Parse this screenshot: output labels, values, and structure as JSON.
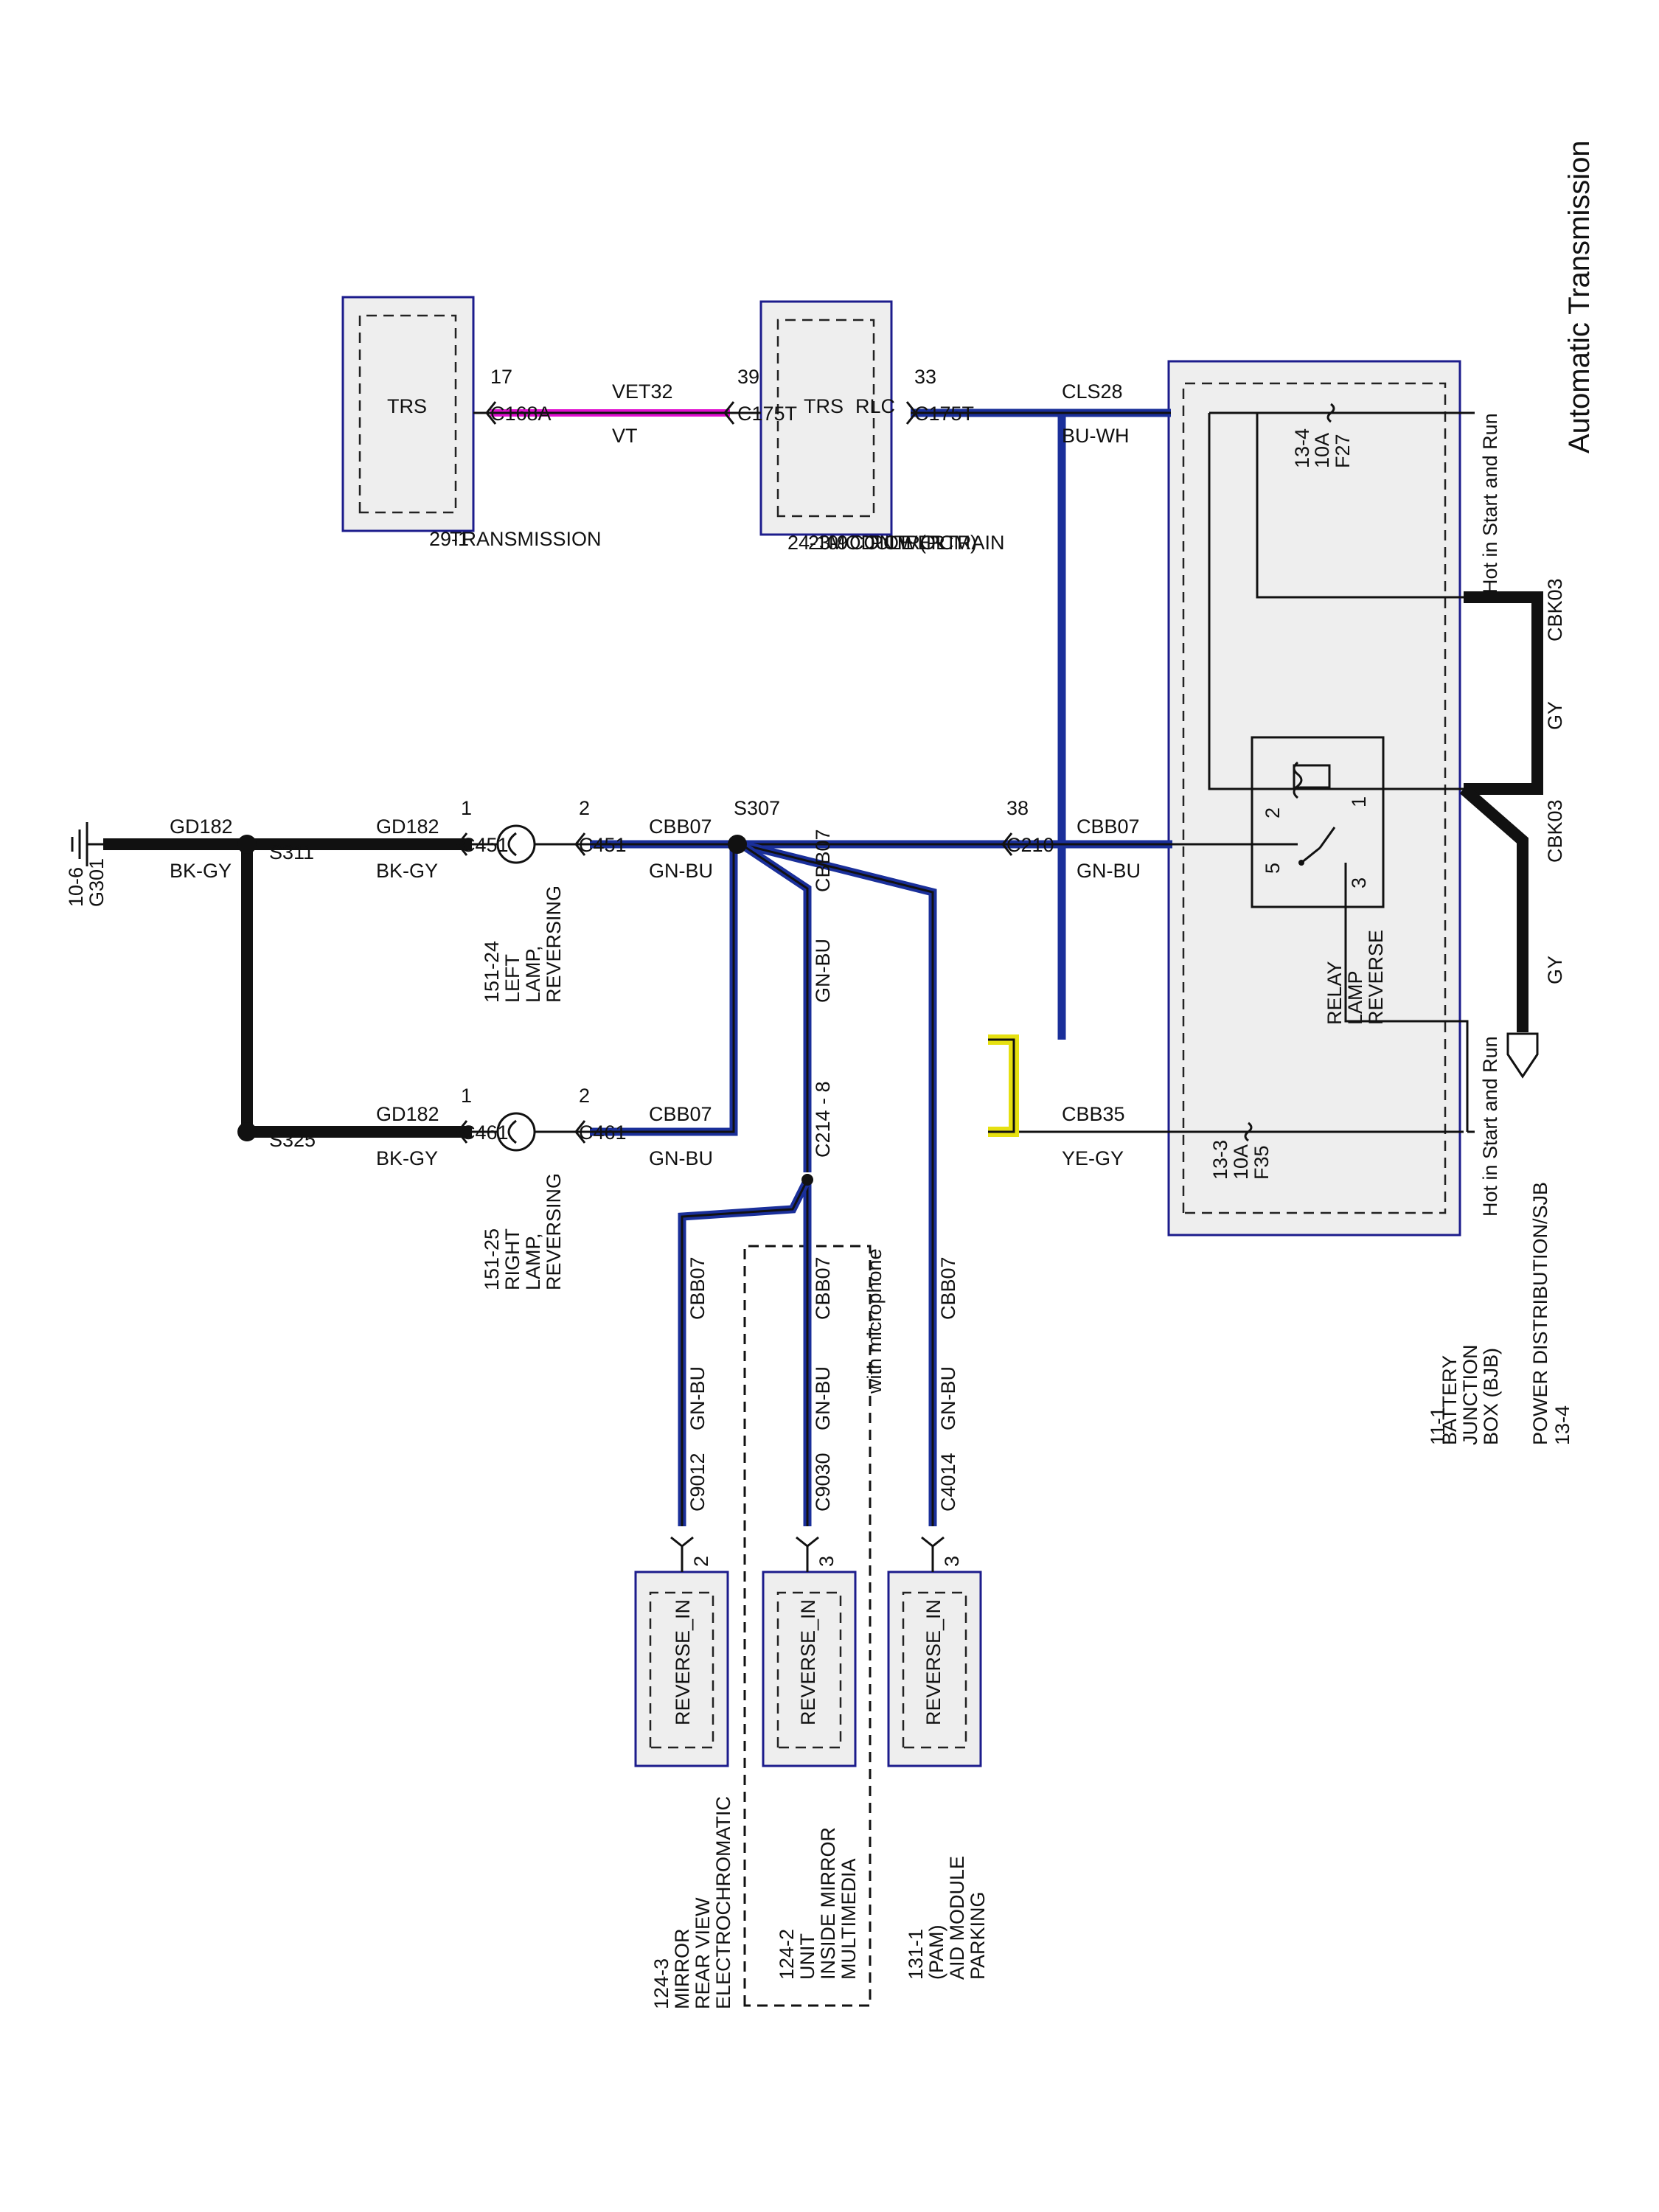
{
  "title": "Automatic Transmission",
  "components": {
    "power_distribution": {
      "name": "POWER DISTRIBUTION/SJB",
      "ref": "13-4"
    },
    "bjb": {
      "lines": [
        "BATTERY",
        "JUNCTION",
        "BOX (BJB)",
        "11-1"
      ],
      "hot_top": "Hot in Start and Run",
      "hot_bottom": "Hot in Start and Run"
    },
    "fuse_f27": {
      "name": "F27",
      "rating": "10A",
      "ref": "13-4"
    },
    "fuse_f35": {
      "name": "F35",
      "rating": "10A",
      "ref": "13-3"
    },
    "relay": {
      "lines": [
        "REVERSE",
        "LAMP",
        "RELAY"
      ],
      "pin1": "1",
      "pin2": "2",
      "pin3": "3",
      "pin5": "5"
    },
    "pcm": {
      "lines": [
        "POWERTRAIN",
        "CONTROL",
        "MODULE (PCM)",
        "23-9",
        "24-10"
      ],
      "pin_rlc": "RLC",
      "pin_trs": "TRS"
    },
    "transmission": {
      "lines": [
        "TRANSMISSION",
        "29-1"
      ],
      "pin_trs": "TRS"
    },
    "lamp_left": {
      "lines": [
        "REVERSING",
        "LAMP,",
        "LEFT",
        "151-24"
      ]
    },
    "lamp_right": {
      "lines": [
        "REVERSING",
        "LAMP,",
        "RIGHT",
        "151-25"
      ]
    },
    "pam": {
      "lines": [
        "PARKING",
        "AID MODULE",
        "(PAM)",
        "131-1"
      ],
      "pin": "REVERSE_IN"
    },
    "mirror_multimedia": {
      "lines": [
        "MULTIMEDIA",
        "INSIDE MIRROR",
        "UNIT",
        "124-2"
      ],
      "pin": "REVERSE_IN",
      "note": "with microphone"
    },
    "mirror_electro": {
      "lines": [
        "ELECTROCHROMATIC",
        "REAR VIEW",
        "MIRROR",
        "124-3"
      ],
      "pin": "REVERSE_IN"
    }
  },
  "wires": {
    "cbk03_a": {
      "circuit": "CBK03",
      "color": "GY"
    },
    "cbk03_b": {
      "circuit": "CBK03",
      "color": "GY"
    },
    "cls28": {
      "circuit": "CLS28",
      "color": "BU-WH"
    },
    "vet32": {
      "circuit": "VET32",
      "color": "VT"
    },
    "cbb07_main": {
      "circuit": "CBB07",
      "color": "GN-BU"
    },
    "cbb07_left": {
      "circuit": "CBB07",
      "color": "GN-BU"
    },
    "cbb07_right": {
      "circuit": "CBB07",
      "color": "GN-BU"
    },
    "cbb07_pam": {
      "circuit": "CBB07",
      "color": "GN-BU"
    },
    "cbb07_c214": {
      "circuit": "CBB07",
      "color": "GN-BU"
    },
    "cbb07_mm": {
      "circuit": "CBB07",
      "color": "GN-BU"
    },
    "cbb07_ec": {
      "circuit": "CBB07",
      "color": "GN-BU"
    },
    "cbb35": {
      "circuit": "CBB35",
      "color": "YE-GY"
    },
    "gd182_a": {
      "circuit": "GD182",
      "color": "BK-GY"
    },
    "gd182_b": {
      "circuit": "GD182",
      "color": "BK-GY"
    },
    "gd182_c": {
      "circuit": "GD182",
      "color": "BK-GY"
    }
  },
  "connectors": {
    "c175t_33": {
      "pin": "33",
      "id": "C175T"
    },
    "c175t_39": {
      "pin": "39",
      "id": "C175T"
    },
    "c168a_17": {
      "pin": "17",
      "id": "C168A"
    },
    "c210_38": {
      "pin": "38",
      "id": "C210"
    },
    "c451_2": {
      "pin": "2",
      "id": "C451"
    },
    "c451_1": {
      "pin": "1",
      "id": "C451"
    },
    "c461_2": {
      "pin": "2",
      "id": "C461"
    },
    "c461_1": {
      "pin": "1",
      "id": "C461"
    },
    "c214": {
      "id": "C214 - 8"
    },
    "c4014": {
      "pin": "3",
      "id": "C4014"
    },
    "c9030": {
      "pin": "3",
      "id": "C9030"
    },
    "c9012": {
      "pin": "2",
      "id": "C9012"
    }
  },
  "splices": {
    "s307": "S307",
    "s311": "S311",
    "s325": "S325"
  },
  "ground": {
    "id": "G301",
    "ref": "10-6"
  },
  "colors": {
    "box_border": "#1c1c8c",
    "blue_wire": "#1a2f9a",
    "violet_wire": "#e010d0",
    "yellow_wire": "#e6e010"
  }
}
